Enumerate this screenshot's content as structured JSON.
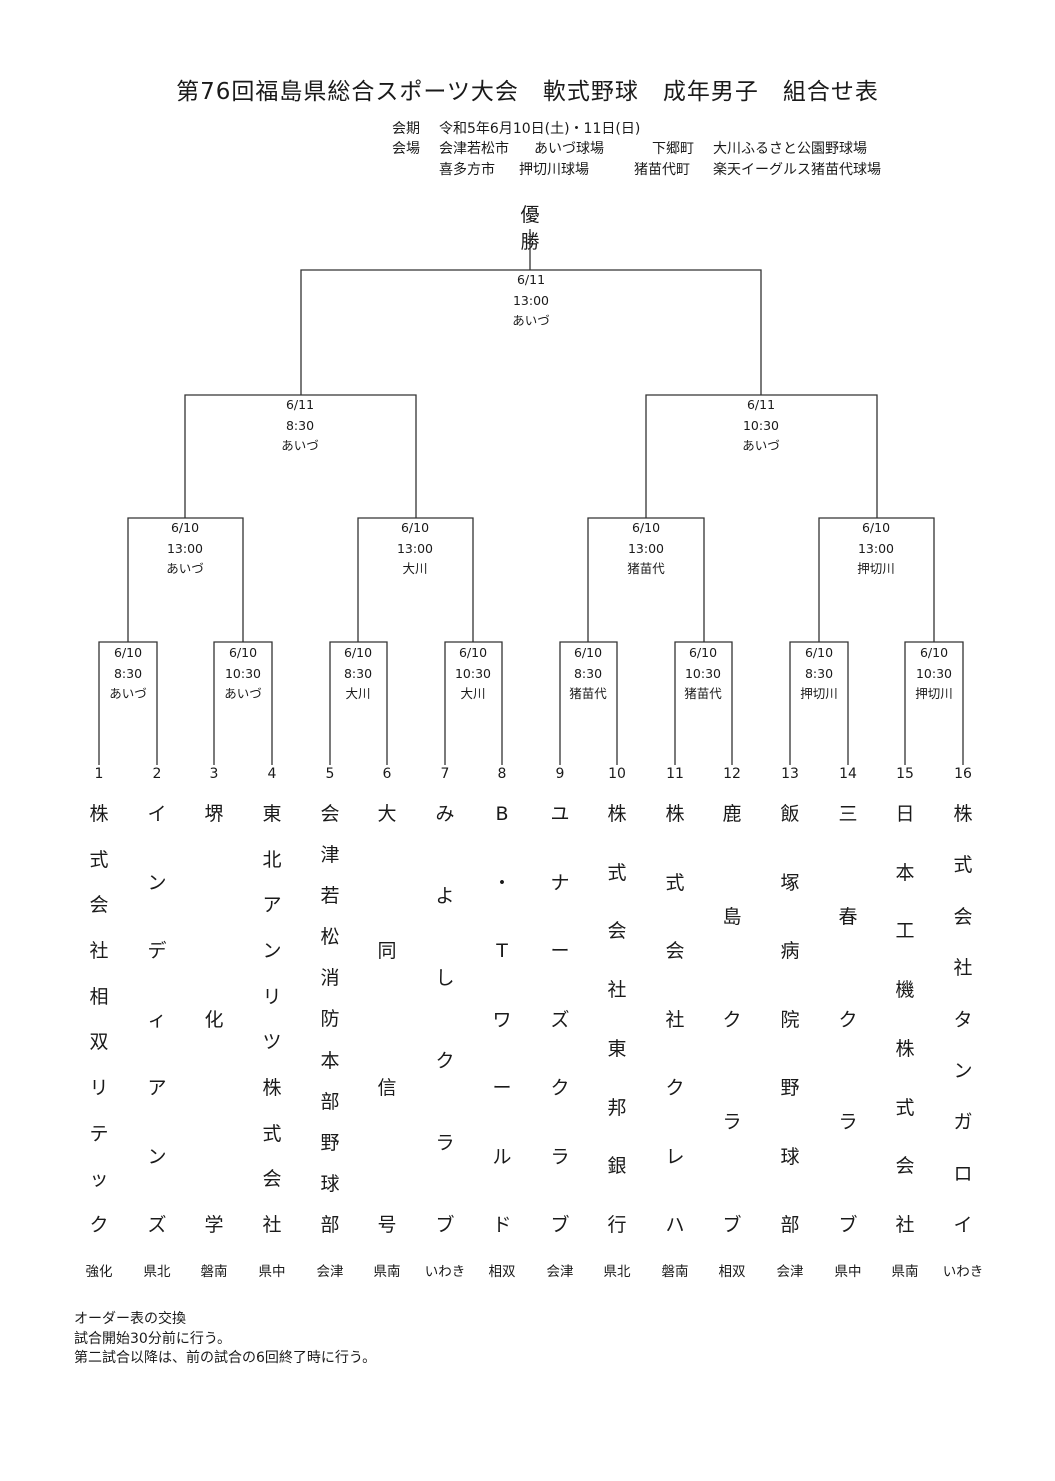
{
  "title": "第76回福島県総合スポーツ大会　軟式野球　成年男子　組合せ表",
  "info": {
    "period_label": "会期",
    "period": "令和5年6月10日(土)・11日(日)",
    "venue_label": "会場",
    "venue1_city": "会津若松市",
    "venue1_name": "あいづ球場",
    "venue2_city": "下郷町",
    "venue2_name": "大川ふるさと公園野球場",
    "venue3_city": "喜多方市",
    "venue3_name": "押切川球場",
    "venue4_city": "猪苗代町",
    "venue4_name": "楽天イーグルス猪苗代球場"
  },
  "champion": [
    "優",
    "勝"
  ],
  "final": {
    "date": "6/11",
    "time": "13:00",
    "venue": "あいづ"
  },
  "semifinals": [
    {
      "date": "6/11",
      "time": "8:30",
      "venue": "あいづ"
    },
    {
      "date": "6/11",
      "time": "10:30",
      "venue": "あいづ"
    }
  ],
  "quarterfinals": [
    {
      "date": "6/10",
      "time": "13:00",
      "venue": "あいづ"
    },
    {
      "date": "6/10",
      "time": "13:00",
      "venue": "大川"
    },
    {
      "date": "6/10",
      "time": "13:00",
      "venue": "猪苗代"
    },
    {
      "date": "6/10",
      "time": "13:00",
      "venue": "押切川"
    }
  ],
  "first_round": [
    {
      "date": "6/10",
      "time": "8:30",
      "venue": "あいづ"
    },
    {
      "date": "6/10",
      "time": "10:30",
      "venue": "あいづ"
    },
    {
      "date": "6/10",
      "time": "8:30",
      "venue": "大川"
    },
    {
      "date": "6/10",
      "time": "10:30",
      "venue": "大川"
    },
    {
      "date": "6/10",
      "time": "8:30",
      "venue": "猪苗代"
    },
    {
      "date": "6/10",
      "time": "10:30",
      "venue": "猪苗代"
    },
    {
      "date": "6/10",
      "time": "8:30",
      "venue": "押切川"
    },
    {
      "date": "6/10",
      "time": "10:30",
      "venue": "押切川"
    }
  ],
  "teams": [
    {
      "num": "1",
      "name": "株式会社相双リテック",
      "area": "強化"
    },
    {
      "num": "2",
      "name": "インディアンズ",
      "area": "県北"
    },
    {
      "num": "3",
      "name": "堺化学",
      "area": "磐南"
    },
    {
      "num": "4",
      "name": "東北アンリツ株式会社",
      "area": "県中"
    },
    {
      "num": "5",
      "name": "会津若松消防本部野球部",
      "area": "会津"
    },
    {
      "num": "6",
      "name": "大同信号",
      "area": "県南"
    },
    {
      "num": "7",
      "name": "みよしクラブ",
      "area": "いわき"
    },
    {
      "num": "8",
      "name": "B・Tワールド",
      "area": "相双"
    },
    {
      "num": "9",
      "name": "ユナーズクラブ",
      "area": "会津"
    },
    {
      "num": "10",
      "name": "株式会社東邦銀行",
      "area": "県北"
    },
    {
      "num": "11",
      "name": "株式会社クレハ",
      "area": "磐南"
    },
    {
      "num": "12",
      "name": "鹿島クラブ",
      "area": "相双"
    },
    {
      "num": "13",
      "name": "飯塚病院野球部",
      "area": "会津"
    },
    {
      "num": "14",
      "name": "三春クラブ",
      "area": "県中"
    },
    {
      "num": "15",
      "name": "日本工機株式会社",
      "area": "県南"
    },
    {
      "num": "16",
      "name": "株式会社タンガロイ",
      "area": "いわき"
    }
  ],
  "notes": [
    "オーダー表の交換",
    "試合開始30分前に行う。",
    "第二試合以降は、前の試合の6回終了時に行う。"
  ]
}
